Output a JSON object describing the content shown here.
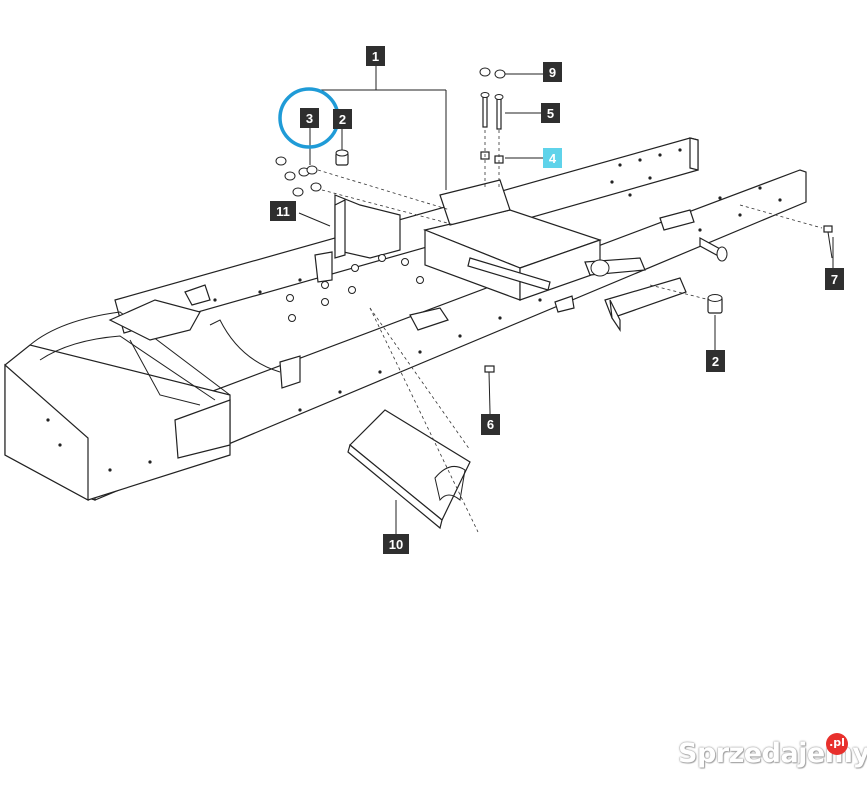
{
  "callouts": [
    {
      "id": "c1",
      "label": "1",
      "highlight": false
    },
    {
      "id": "c2a",
      "label": "2",
      "highlight": false
    },
    {
      "id": "c3",
      "label": "3",
      "highlight": false
    },
    {
      "id": "c9",
      "label": "9",
      "highlight": false
    },
    {
      "id": "c5",
      "label": "5",
      "highlight": false
    },
    {
      "id": "c4",
      "label": "4",
      "highlight": true
    },
    {
      "id": "c11",
      "label": "11",
      "highlight": false
    },
    {
      "id": "c7",
      "label": "7",
      "highlight": false
    },
    {
      "id": "c2b",
      "label": "2",
      "highlight": false
    },
    {
      "id": "c6",
      "label": "6",
      "highlight": false
    },
    {
      "id": "c10",
      "label": "10",
      "highlight": false
    }
  ],
  "highlight_circle_color": "#1f9bd7",
  "highlight_label_color": "#5fd3ea",
  "watermark": {
    "text": "Sprzedajemy",
    "badge": ".pl",
    "badge_color": "#e8302c"
  }
}
